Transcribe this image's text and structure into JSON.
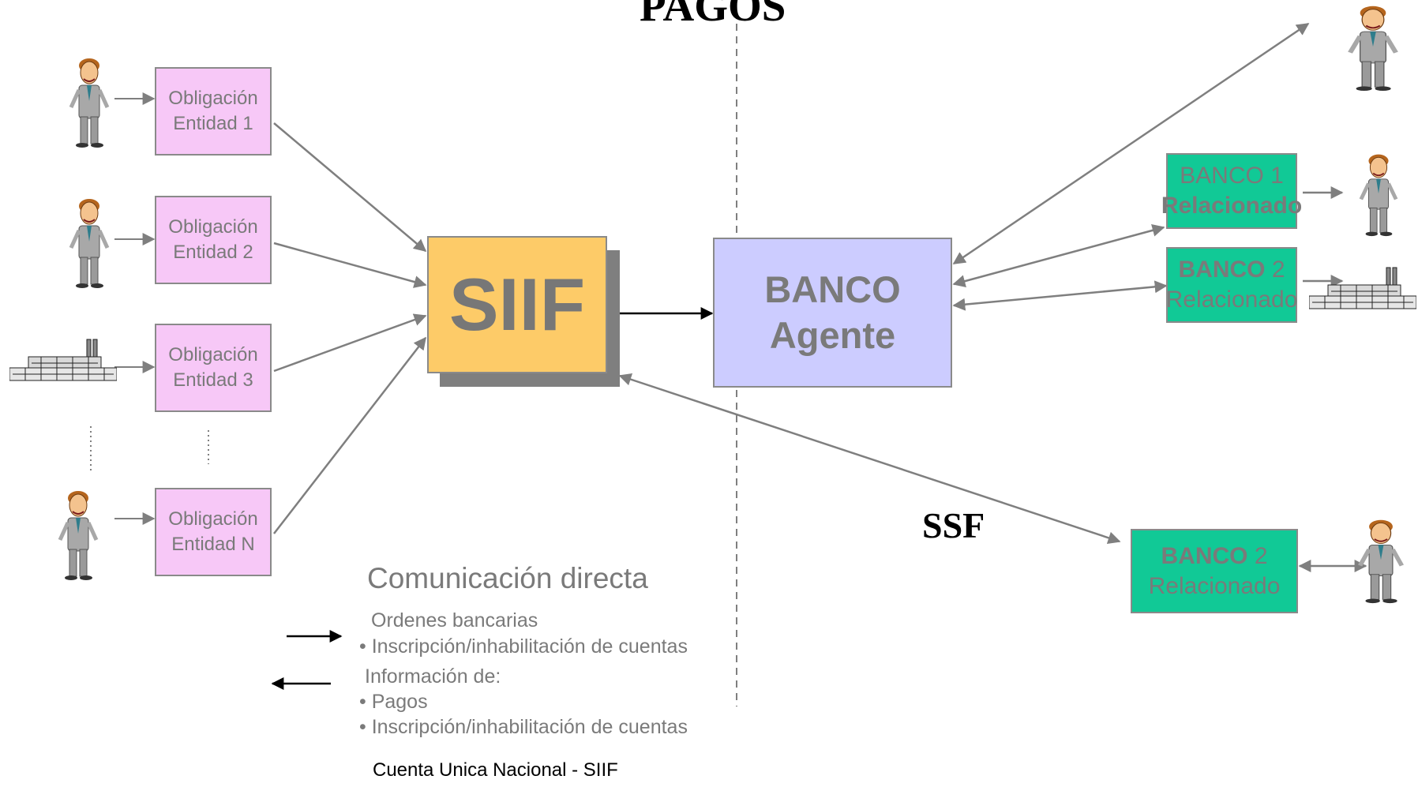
{
  "diagram": {
    "title": "PAGOS",
    "ssf_label": "SSF",
    "entities": [
      {
        "label_line1": "Obligación",
        "label_line2": "Entidad 1"
      },
      {
        "label_line1": "Obligación",
        "label_line2": "Entidad 2"
      },
      {
        "label_line1": "Obligación",
        "label_line2": "Entidad 3"
      },
      {
        "label_line1": "Obligación",
        "label_line2": "Entidad N"
      }
    ],
    "siif": "SIIF",
    "banco_agente": {
      "line1": "BANCO",
      "line2": "Agente"
    },
    "related_banks": [
      {
        "line1": "BANCO 1",
        "line2": "Relacionado"
      },
      {
        "line1_bold": "BANCO",
        "line1_rest": " 2",
        "line2": "Relacionado"
      },
      {
        "line1_bold": "BANCO",
        "line1_rest": " 2",
        "line2": "Relacionado"
      }
    ]
  },
  "legend": {
    "title": "Comunicación directa",
    "outgoing_heading": "Ordenes bancarias",
    "outgoing_items": [
      "• Inscripción/inhabilitación de cuentas"
    ],
    "incoming_heading": "Información de:",
    "incoming_items": [
      "• Pagos",
      "• Inscripción/inhabilitación de cuentas"
    ]
  },
  "footer": "Cuenta Unica Nacional - SIIF",
  "colors": {
    "entity_fill": "#f7c8f7",
    "siif_fill": "#fdcb68",
    "agent_fill": "#ccccff",
    "related_fill": "#11c996",
    "connector": "#7f7f7f"
  }
}
